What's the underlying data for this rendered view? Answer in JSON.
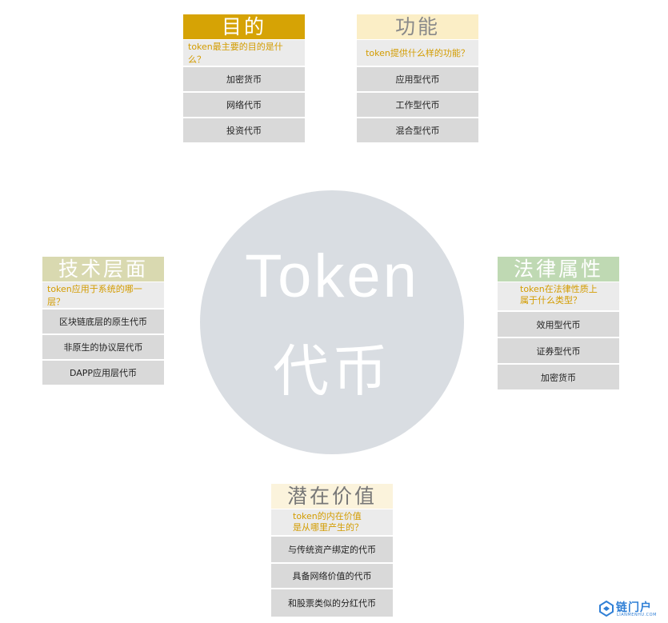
{
  "center": {
    "line1": "Token",
    "line2": "代币"
  },
  "purpose": {
    "title": "目的",
    "question": "token最主要的目的是什么？",
    "items": [
      "加密货币",
      "网络代币",
      "投资代币"
    ]
  },
  "function": {
    "title": "功能",
    "question": "token提供什么样的功能？",
    "items": [
      "应用型代币",
      "工作型代币",
      "混合型代币"
    ]
  },
  "tech": {
    "title": "技术层面",
    "question": "token应用于系统的哪一层？",
    "items": [
      "区块链底层的原生代币",
      "非原生的协议层代币",
      "DAPP应用层代币"
    ]
  },
  "legal": {
    "title": "法律属性",
    "question_line1": "token在法律性质上",
    "question_line2": "属于什么类型？",
    "items": [
      "效用型代币",
      "证券型代币",
      "加密货币"
    ]
  },
  "value": {
    "title": "潜在价值",
    "question_line1": "token的内在价值",
    "question_line2": "是从哪里产生的？",
    "items": [
      "与传统资产绑定的代币",
      "具备网络价值的代币",
      "和股票类似的分红代币"
    ]
  },
  "logo": {
    "name": "链门户",
    "sub": "LIANMENHU.COM",
    "icon": "chain-link-icon"
  },
  "colors": {
    "circle": "#d9dde2",
    "question_text": "#d39c00",
    "purpose_header": "#d6a305",
    "function_header": "#fbeec6",
    "tech_header": "#d9d9b0",
    "legal_header": "#bfd9b3",
    "value_header": "#fbf3dc",
    "logo": "#2f7fd6"
  }
}
